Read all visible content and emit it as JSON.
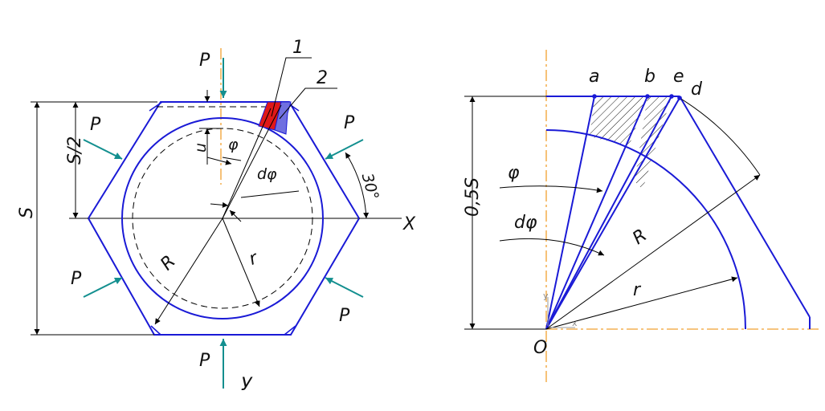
{
  "colors": {
    "contour": "#1a1ad6",
    "dimension": "#000000",
    "force_arrow": "#138f8f",
    "axis": "#f0a030",
    "element_1": "#e01818",
    "element_2": "#7070e0",
    "hatch": "#000000"
  },
  "left_figure": {
    "labels": {
      "S": "S",
      "S_half": "S/2",
      "u": "u",
      "phi": "φ",
      "dphi": "dφ",
      "R": "R",
      "r": "r",
      "angle_30": "30°",
      "X": "X",
      "Y": "У",
      "callout_1": "1",
      "callout_2": "2"
    },
    "force_labels": {
      "top": "P",
      "upper_left": "P",
      "upper_right": "P",
      "lower_left": "P",
      "lower_right": "P",
      "bottom": "P"
    }
  },
  "right_figure": {
    "labels": {
      "a": "a",
      "b": "b",
      "e": "e",
      "d": "d",
      "phi": "φ",
      "dphi": "dφ",
      "half_S": "0,5S",
      "R": "R",
      "r": "r",
      "origin": "O",
      "x_tick": "x",
      "y_tick": "y"
    }
  }
}
